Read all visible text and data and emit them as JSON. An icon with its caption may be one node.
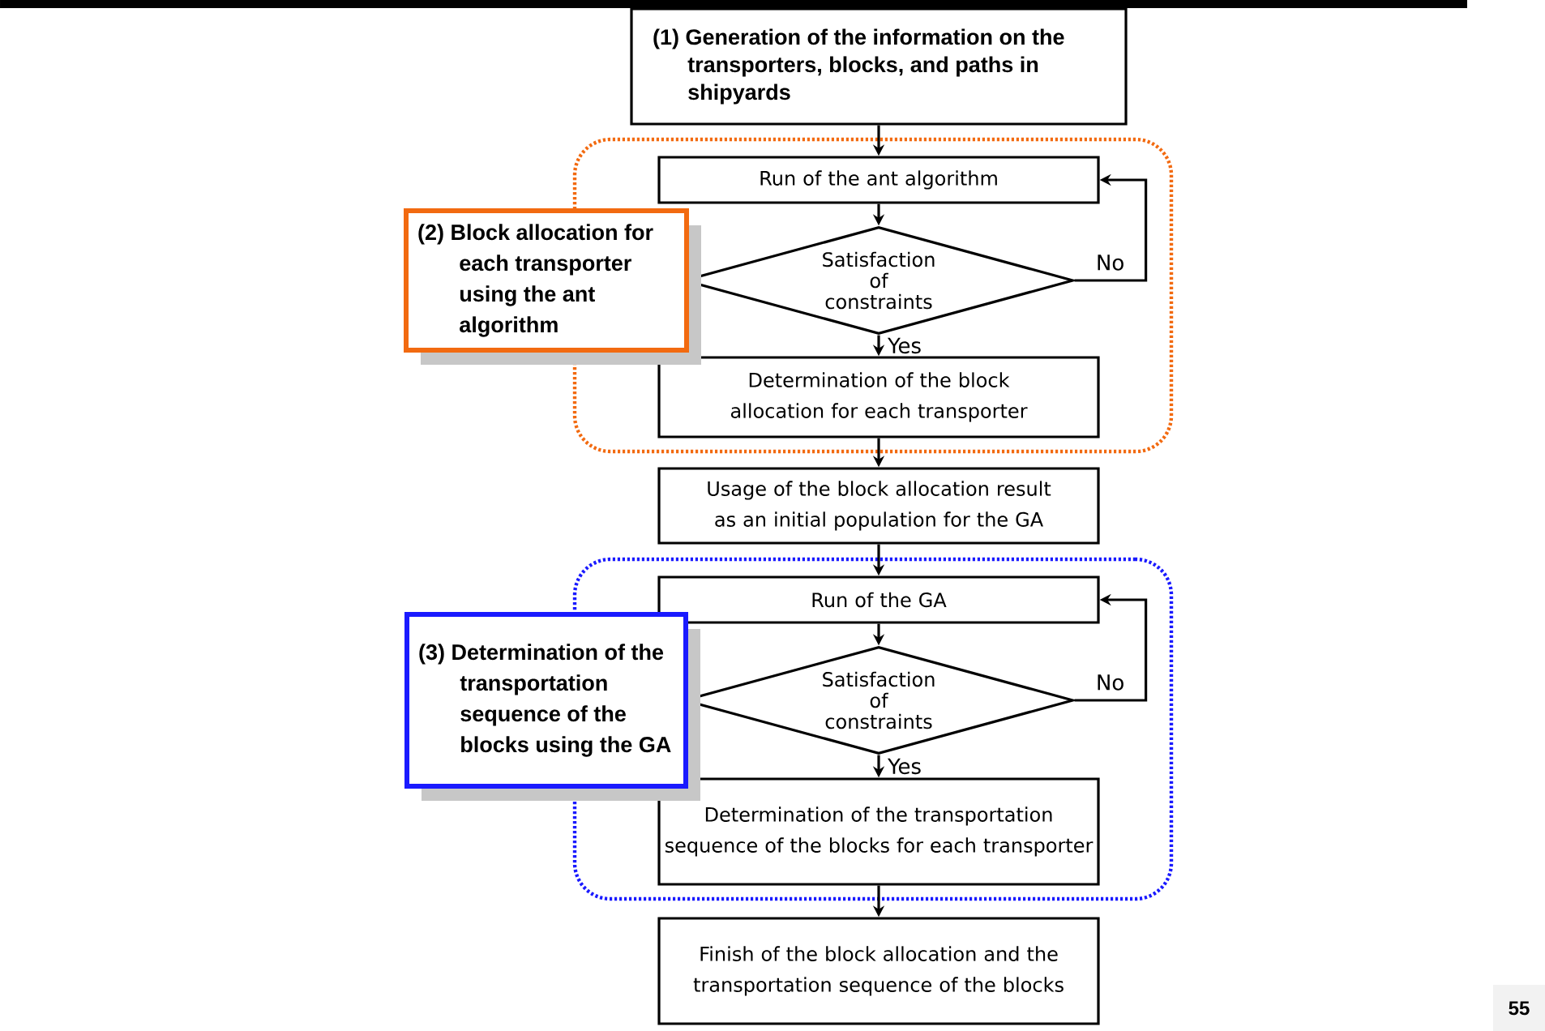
{
  "diagram": {
    "nodes": [
      {
        "text": [
          "(1) Generation of the information on the transporters, blocks, and paths in shipyards"
        ]
      },
      {
        "text": [],
        "shape": "box"
      },
      {
        "text": [
          "Run of the ant algorithm"
        ],
        "in": 1
      },
      {
        "text": [
          "Satisfaction of constraints"
        ],
        "in": 1
      },
      {
        "text": [
          "Determination of the block allocation for each transporter"
        ],
        "in": 1
      },
      {
        "text": [
          "(2) Block allocation for each transporter using the ant algorithm"
        ]
      },
      {
        "text": [
          "Usage of the block allocation result as an initial population for the GA"
        ]
      },
      {
        "text": [],
        "shape": "box"
      },
      {
        "text": [
          "Run of the GA"
        ],
        "in": 7
      },
      {
        "text": [
          "Satisfaction of constraints"
        ],
        "in": 7
      },
      {
        "text": [
          "Determination of the transportation sequence of the blocks for each transporter"
        ],
        "in": 7
      },
      {
        "text": [
          "(3) Determination of the transportation sequence of the blocks using the GA"
        ]
      },
      {
        "text": [
          "Finish of the block allocation and the transportation sequence of the blocks"
        ]
      }
    ],
    "edges": [
      {
        "from": 0,
        "to": 2,
        "arrow": "to"
      },
      {
        "from": 2,
        "to": 3,
        "arrow": "to"
      },
      {
        "from": 3,
        "to": 4,
        "arrow": "to",
        "label": "Yes"
      },
      {
        "from": 3,
        "to": 2,
        "arrow": "to",
        "label": "No"
      },
      {
        "from": 4,
        "to": 6,
        "arrow": "to"
      },
      {
        "from": 6,
        "to": 8,
        "arrow": "to"
      },
      {
        "from": 8,
        "to": 9,
        "arrow": "to"
      },
      {
        "from": 9,
        "to": 10,
        "arrow": "to",
        "label": "Yes"
      },
      {
        "from": 9,
        "to": 8,
        "arrow": "to",
        "label": "No"
      },
      {
        "from": 10,
        "to": 12,
        "arrow": "to"
      }
    ],
    "labels": [
      "55"
    ]
  }
}
